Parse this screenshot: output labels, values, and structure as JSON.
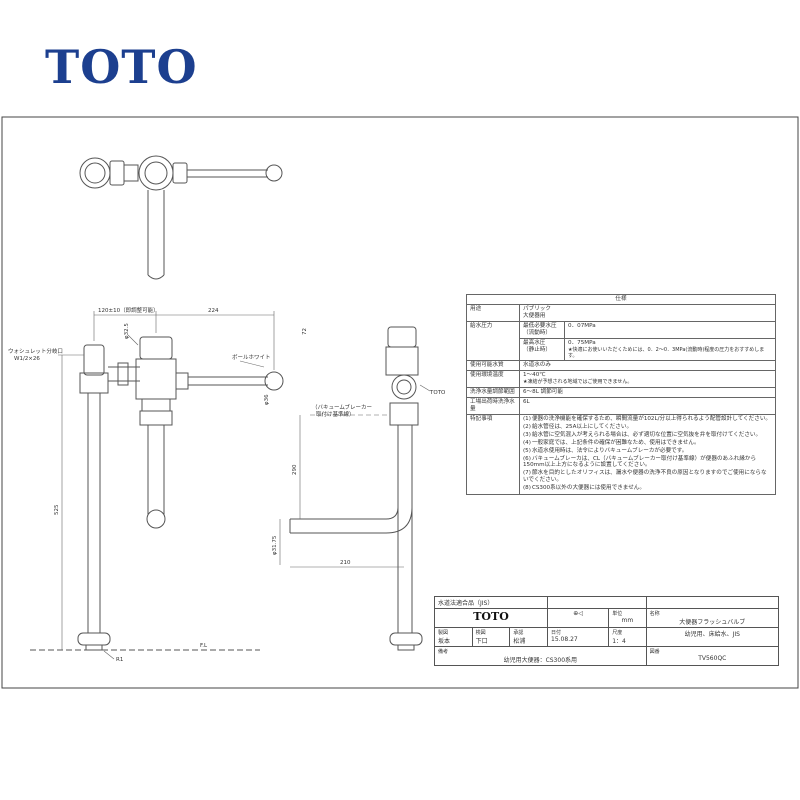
{
  "brand": {
    "logo": "TOTO"
  },
  "drawing": {
    "dims": {
      "left_span": "120±10（即調整可能）",
      "handle_span": "224",
      "diam_top": "φ32.5",
      "height_525": "525",
      "height_290": "290",
      "pipe_diam": "φ31.75",
      "width_210": "210",
      "height_72": "72",
      "knob_diam": "φ36",
      "floor_label": "F.L",
      "radius": "R1"
    },
    "labels": {
      "washlet_branch": "ウォシュレット分岐口",
      "washlet_thread": "W1/2×26",
      "ball_white": "ボールホワイト",
      "vacuum_breaker_1": "（バキュームブレーカー",
      "vacuum_breaker_2": "取付け基準線）",
      "toto_mark": "TOTO"
    }
  },
  "spec": {
    "title": "仕様",
    "rows": {
      "use_label": "用途",
      "use_1": "パブリック",
      "use_2": "大便器用",
      "pressure_label": "給水圧力",
      "min_label": "最低必要水圧",
      "min_sub": "（流動時）",
      "min_value": "0．07MPa",
      "max_label": "最高水圧",
      "max_sub": "（静止時）",
      "max_value": "0．75MPa",
      "max_note": "★快適にお使いいただくためには、0．2～0．3MPa(流動時)程度の圧力をおすすめします。",
      "water_label": "使用可能水質",
      "water_value": "水道水のみ",
      "env_label": "使用環境温度",
      "env_value": "1～40℃",
      "env_note": "★凍結が予想される地域ではご使用できません。",
      "flow_adj_label": "洗浄水量調節範囲",
      "flow_adj_value": "6～8L 調節可能",
      "flow_set_label": "工場出荷時洗浄水量",
      "flow_set_value": "6L",
      "notes_label": "特記事項"
    },
    "notes": [
      {
        "num": "(1)",
        "text": "便器の洗浄機能を確保するため、瞬間流量が102L/分以上得られるよう配管設計してください。"
      },
      {
        "num": "(2)",
        "text": "給水管径は、25A以上にしてください。"
      },
      {
        "num": "(3)",
        "text": "給水管に空気混入が考えられる場合は、必ず適切な位置に空気抜を弁を取付けてください。"
      },
      {
        "num": "(4)",
        "text": "一般家庭では、上記条件の確保が困難なため、使用はできません。"
      },
      {
        "num": "(5)",
        "text": "水道水使用時は、法令によりバキュームブレーカが必要です。"
      },
      {
        "num": "(6)",
        "text": "バキュームブレーカは、CL（バキュームブレーカー取付け基準線）が便器のあふれ縁から150mm以上上方になるように設置してください。"
      },
      {
        "num": "(7)",
        "text": "節水を目的としたオリフィスは、漏水や便器の洗浄不良の原因となりますのでご使用にならないでください。"
      },
      {
        "num": "(8)",
        "text": "CS300系以外の大便器には使用できません。"
      }
    ]
  },
  "title_block": {
    "jis": "水道法適合品（JIS）",
    "brand": "TOTO",
    "unit_label": "単位",
    "unit_value": "mm",
    "name_label": "名称",
    "name_value": "大便器フラッシュバルブ",
    "drawn_label": "製図",
    "drawn_value": "坂本",
    "check_label": "検図",
    "check_value": "下口",
    "approve_label": "承認",
    "approve_value": "松浦",
    "date_label": "日付",
    "date_value": "15.08.27",
    "scale_label": "尺度",
    "scale_value": "1：4",
    "desc_value": "幼児用、床給水、JIS",
    "remarks_label": "備考",
    "remarks_value": "幼児用大便器：CS300系用",
    "drawing_no_label": "図番",
    "drawing_no_value": "TV560QC"
  }
}
